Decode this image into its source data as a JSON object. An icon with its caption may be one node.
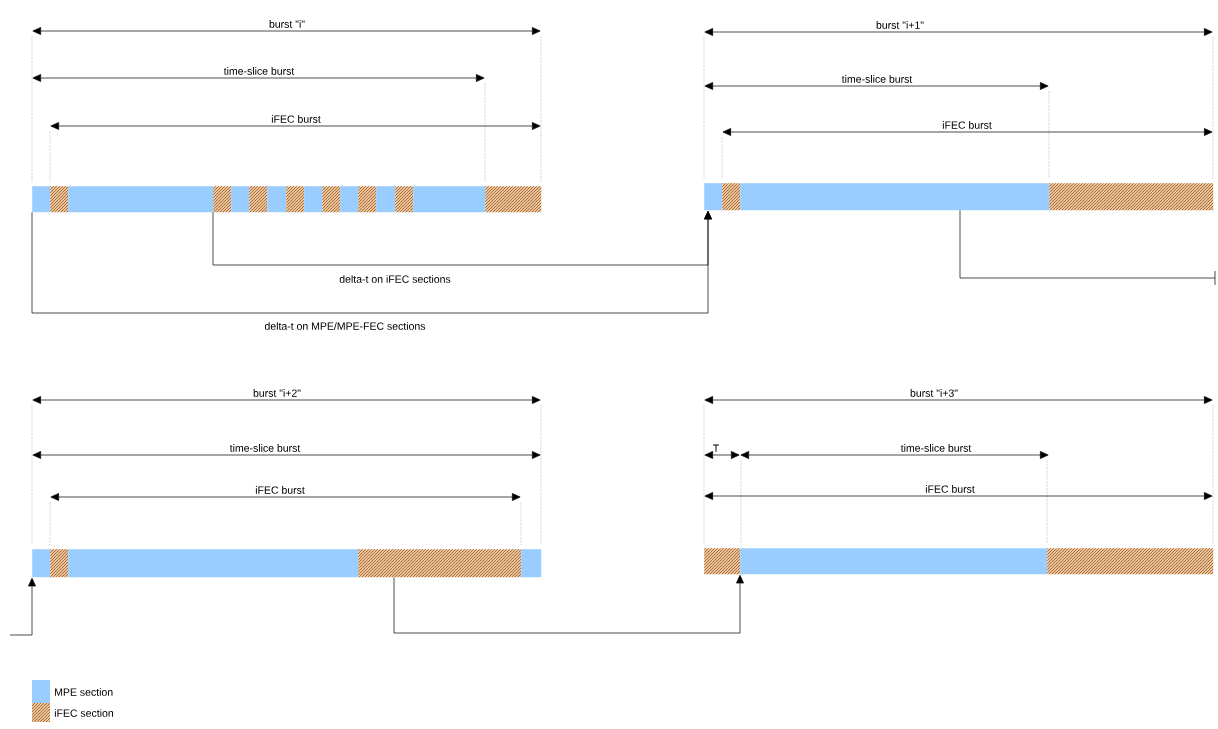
{
  "diagram": {
    "nodes": [
      {
        "text": [],
        "shape": "bar"
      },
      {
        "text": [],
        "shape": "bar"
      },
      {
        "text": [],
        "shape": "bar"
      },
      {
        "text": [],
        "shape": "bar"
      },
      {
        "text": [],
        "shape": "bar"
      },
      {
        "text": [],
        "shape": "bar"
      },
      {
        "text": [],
        "shape": "bar"
      },
      {
        "text": [],
        "shape": "bar"
      },
      {
        "text": [],
        "shape": "bar"
      },
      {
        "text": [],
        "shape": "bar"
      },
      {
        "text": [],
        "shape": "bar"
      },
      {
        "text": [],
        "shape": "bar"
      },
      {
        "text": [],
        "shape": "bar"
      },
      {
        "text": [],
        "shape": "bar"
      },
      {
        "text": [],
        "shape": "bar"
      },
      {
        "text": [],
        "shape": "bar"
      },
      {
        "text": [],
        "shape": "bar"
      },
      {
        "text": [],
        "shape": "bar"
      },
      {
        "text": [],
        "shape": "bar"
      },
      {
        "text": [],
        "shape": "bar"
      },
      {
        "text": [],
        "shape": "bar"
      },
      {
        "text": [],
        "shape": "bar"
      },
      {
        "text": [],
        "shape": "bar"
      },
      {
        "text": [],
        "shape": "bar"
      },
      {
        "text": [],
        "shape": "bar"
      },
      {
        "text": [],
        "shape": "bar"
      },
      {
        "text": [],
        "shape": "bar"
      },
      {
        "text": [],
        "shape": "bar"
      }
    ],
    "edges": [
      {
        "from": 0,
        "to": 16,
        "arrow": "to",
        "label": "delta-t on MPE/MPE-FEC sections"
      },
      {
        "from": 3,
        "to": 16,
        "arrow": "to",
        "label": "delta-t on iFEC sections"
      },
      {
        "from": 18,
        "to": null,
        "arrow": "none"
      },
      {
        "from": null,
        "to": 20,
        "arrow": "to"
      },
      {
        "from": 23,
        "to": 26,
        "arrow": "to"
      }
    ],
    "labels": [
      "burst \"i\"",
      "time-slice burst",
      "iFEC burst",
      "burst \"i+1\"",
      "time-slice burst",
      "iFEC burst",
      "burst \"i+2\"",
      "time-slice burst",
      "iFEC burst",
      "burst \"i+3\"",
      "T",
      "time-slice burst",
      "iFEC burst"
    ],
    "legend": [
      {
        "text": "MPE section",
        "color": "#99ccff"
      },
      {
        "text": "iFEC section"
      }
    ]
  }
}
